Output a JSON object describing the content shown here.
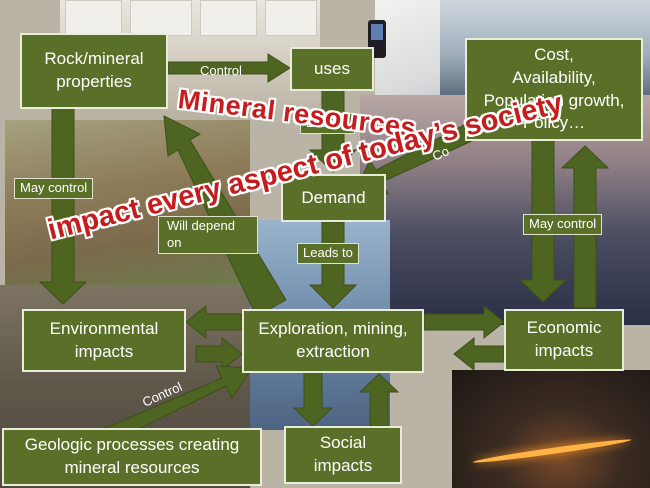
{
  "headline": {
    "line1": "Mineral resources",
    "line2": "impact every aspect of today’s society",
    "color": "#c51d1d"
  },
  "nodes": {
    "rock_mineral_properties": "Rock/mineral\nproperties",
    "uses": "uses",
    "cost_factors": "Cost,\nAvailability,\nPopulation growth,\nPolicy…",
    "demand": "Demand",
    "environmental_impacts": "Environmental\nimpacts",
    "exploration": "Exploration, mining,\nextraction",
    "economic_impacts": "Economic\nimpacts",
    "geologic_processes": "Geologic processes creating\nmineral resources",
    "social_impacts": "Social\nimpacts"
  },
  "edge_labels": {
    "control_top": "Control",
    "lead_to": "Lead to",
    "may_control_left": "May control",
    "will_depend_on": "Will depend\non",
    "leads_to": "Leads to",
    "may_control_right": "May control",
    "control_bottom": "Control",
    "control_partial": "Co"
  },
  "colors": {
    "box_fill": "#5a7029",
    "arrow_fill": "#4e6522",
    "border": "#e9ecd9"
  }
}
